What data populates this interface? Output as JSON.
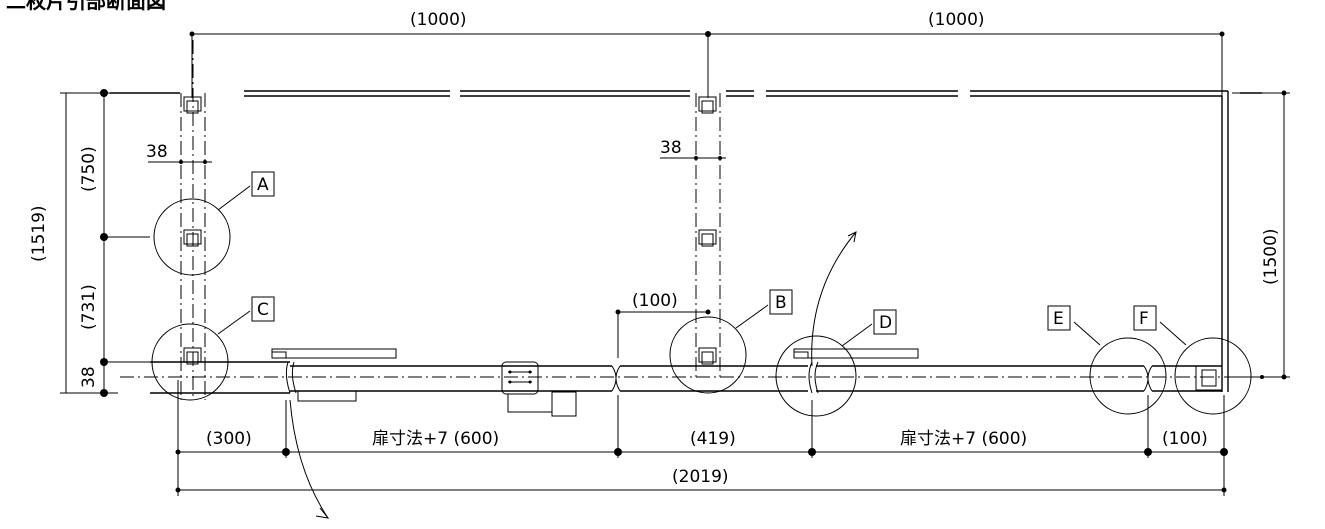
{
  "title": "二枚片引部断面図",
  "dimensions": {
    "top_left": "(1000)",
    "top_right": "(1000)",
    "left_total": "(1519)",
    "left_upper": "(750)",
    "left_middle": "(731)",
    "left_bottom": "38",
    "right_height": "(1500)",
    "post_width_a": "38",
    "post_width_b": "38",
    "offset_100_top": "(100)",
    "bottom_300": "(300)",
    "bottom_door_left": "扉寸法+7 (600)",
    "bottom_419": "(419)",
    "bottom_door_right": "扉寸法+7 (600)",
    "bottom_100": "(100)",
    "bottom_total": "(2019)"
  },
  "detail_labels": {
    "a": "A",
    "b": "B",
    "c": "C",
    "d": "D",
    "e": "E",
    "f": "F"
  }
}
